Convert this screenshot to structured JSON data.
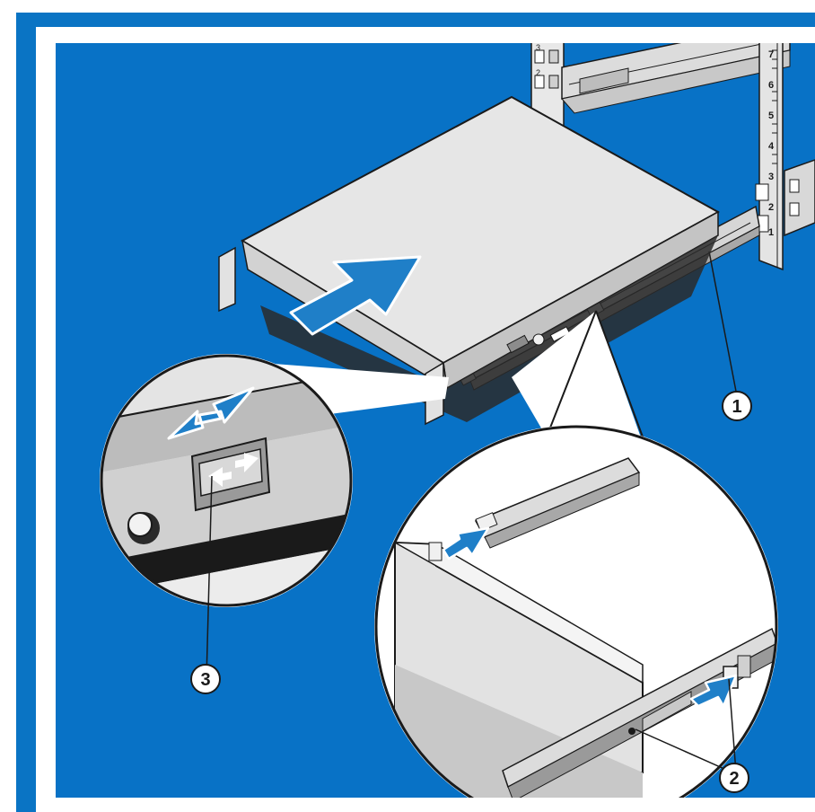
{
  "colors": {
    "frame_outer": "#0a74c4",
    "frame_inner": "#0872c6",
    "page_bg": "#ffffff",
    "server_top": "#e6e6e6",
    "server_side": "#c4c4c4",
    "rail": "#d6d6d6",
    "arrow": "#1f7fc8",
    "callout_fill": "#ffffff",
    "callout_stroke": "#1a1a1a"
  },
  "icons": {
    "main_arrow": "push-arrow-icon",
    "release_tab": "double-arrow-icon",
    "rail_push_upper": "push-arrow-icon",
    "rail_push_lower": "push-arrow-icon"
  },
  "rack_unit_marks_right": [
    "7",
    "6",
    "5",
    "4",
    "3",
    "2",
    "1"
  ],
  "rack_unit_marks_top": [
    "3",
    "2"
  ],
  "callouts": [
    {
      "number": "1"
    },
    {
      "number": "2"
    },
    {
      "number": "3"
    }
  ]
}
